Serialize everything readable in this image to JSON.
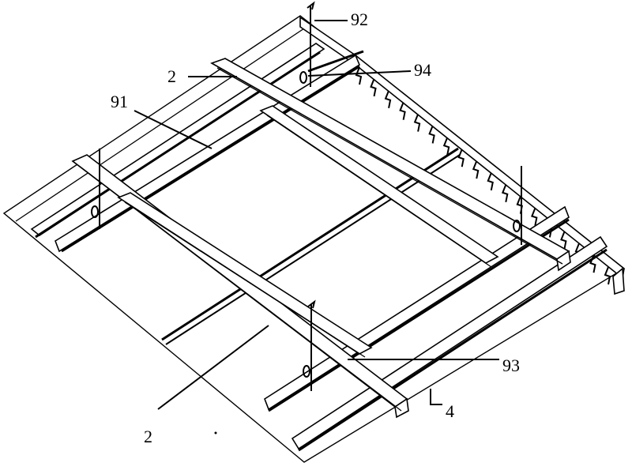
{
  "labels": {
    "l92": "92",
    "l94": "94",
    "l2_top": "2",
    "l91": "91",
    "l93": "93",
    "l4": "4",
    "l2_bottom": "2"
  }
}
